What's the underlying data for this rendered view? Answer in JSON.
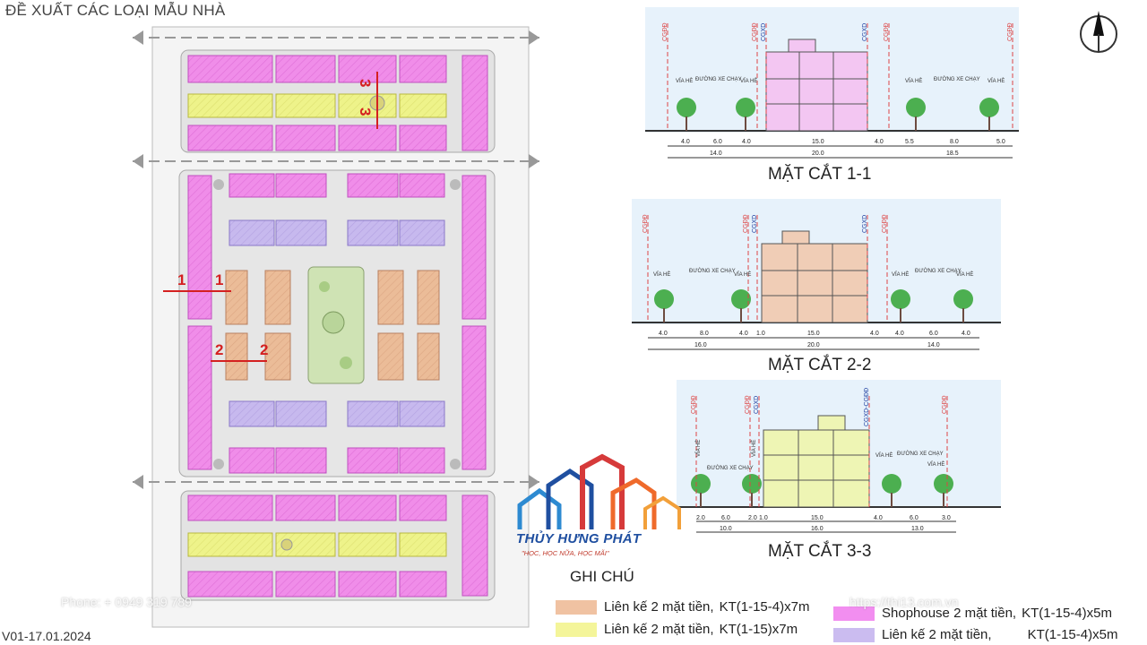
{
  "title": "ĐỀ XUẤT CÁC LOẠI MẪU NHÀ",
  "version": "V01-17.01.2024",
  "plan": {
    "cut_markers": [
      "1",
      "1",
      "2",
      "2",
      "3",
      "3"
    ]
  },
  "sections": [
    {
      "label": "MẶT CẮT 1-1",
      "tags": [
        "CGĐĐ",
        "CGĐĐ",
        "CGXD",
        "CGXD",
        "CGĐĐ",
        "CGĐĐ"
      ],
      "text_left_sidewalk": "VỈA HÈ",
      "text_road_left": "ĐƯỜNG XE CHẠY",
      "text_left_sidewalk2": "VỈA HÈ",
      "text_right_sidewalk": "VỈA HÈ",
      "text_road_right": "ĐƯỜNG XE CHẠY",
      "text_right_sidewalk2": "VỈA HÈ",
      "dims_top": [
        "4.0",
        "6.0",
        "4.0",
        "15.0",
        "4.0",
        "5.5",
        "8.0",
        "5.0"
      ],
      "dims_bottom": [
        "14.0",
        "20.0",
        "18.5"
      ],
      "colors": {
        "building": "#f3c6f2"
      }
    },
    {
      "label": "MẶT CẮT 2-2",
      "tags": [
        "CGĐĐ",
        "CGĐĐ",
        "CGXD",
        "CGXD",
        "CGĐĐ"
      ],
      "text_left_sidewalk": "VỈA HÈ",
      "text_road_left": "ĐƯỜNG XE CHẠY",
      "text_left_sidewalk2": "VỈA HÈ",
      "text_right_sidewalk": "VỈA HÈ",
      "text_road_right": "ĐƯỜNG XE CHẠY",
      "text_right_sidewalk2": "VỈA HÈ",
      "dims_top": [
        "4.0",
        "8.0",
        "4.0",
        "1.0",
        "15.0",
        "4.0",
        "4.0",
        "6.0",
        "4.0"
      ],
      "dims_bottom": [
        "16.0",
        "20.0",
        "14.0"
      ],
      "colors": {
        "building": "#f0cdb6"
      }
    },
    {
      "label": "MẶT CẮT 3-3",
      "tags": [
        "CGĐĐ",
        "CGĐĐ",
        "CGXD",
        "CGXD-CGĐĐ",
        "CGĐĐ"
      ],
      "text_left_sidewalk": "VỈA HÈ",
      "text_road_left": "ĐƯỜNG XE CHẠY",
      "text_left_sidewalk2": "VỈA HÈ",
      "text_right_sidewalk": "VỈA HÈ",
      "text_road_right": "ĐƯỜNG XE CHẠY",
      "text_right_sidewalk2": "VỈA HÈ",
      "dims_top": [
        "2.0",
        "6.0",
        "2.0",
        "1.0",
        "15.0",
        "4.0",
        "6.0",
        "3.0"
      ],
      "dims_bottom": [
        "10.0",
        "16.0",
        "13.0"
      ],
      "colors": {
        "building": "#eef5b4"
      }
    }
  ],
  "brand": {
    "name": "THỦY HƯNG PHÁT",
    "slogan": "\"HỌC, HỌC NỮA, HỌC MÃI\""
  },
  "legend": {
    "title": "GHI CHÚ",
    "items": [
      {
        "label": "Liên kế 2 mặt tiền,",
        "dims": "KT(1-15-4)x7m",
        "color": "#f0c2a2"
      },
      {
        "label": "Liên kế 2 mặt tiền,",
        "dims": "KT(1-15)x7m",
        "color": "#f4f59a"
      },
      {
        "label": "Shophouse 2 mặt tiền,",
        "dims": "KT(1-15-4)x5m",
        "color": "#f28ef0"
      },
      {
        "label": "Liên kế 2 mặt tiền,",
        "dims": "KT(1-15-4)x5m",
        "color": "#cbbcf0"
      }
    ]
  },
  "watermarks": {
    "phone": "Phone: + 0949 319 789",
    "url": "https://thi13.com.vn"
  },
  "compass_icon": "north-arrow-icon"
}
